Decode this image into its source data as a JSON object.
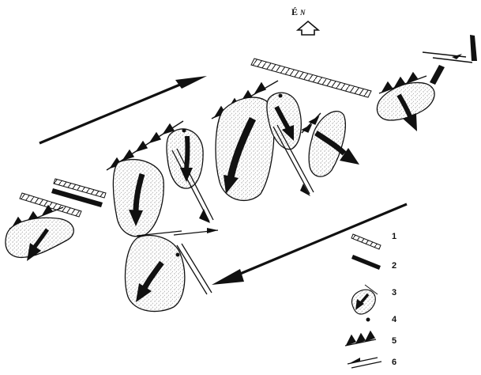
{
  "north": {
    "label": "É",
    "sub": "N"
  },
  "legend": [
    {
      "number": "1",
      "symbol": "hatched-band-open"
    },
    {
      "number": "2",
      "symbol": "hatched-band-filled"
    },
    {
      "number": "3",
      "symbol": "block-with-arrow"
    },
    {
      "number": "4",
      "symbol": "dot"
    },
    {
      "number": "5",
      "symbol": "thrust-teeth"
    },
    {
      "number": "6",
      "symbol": "strike-slip-half-arrows"
    }
  ],
  "colors": {
    "ink": "#111111",
    "stipple": "#cfcfcf",
    "paper": "#ffffff"
  }
}
